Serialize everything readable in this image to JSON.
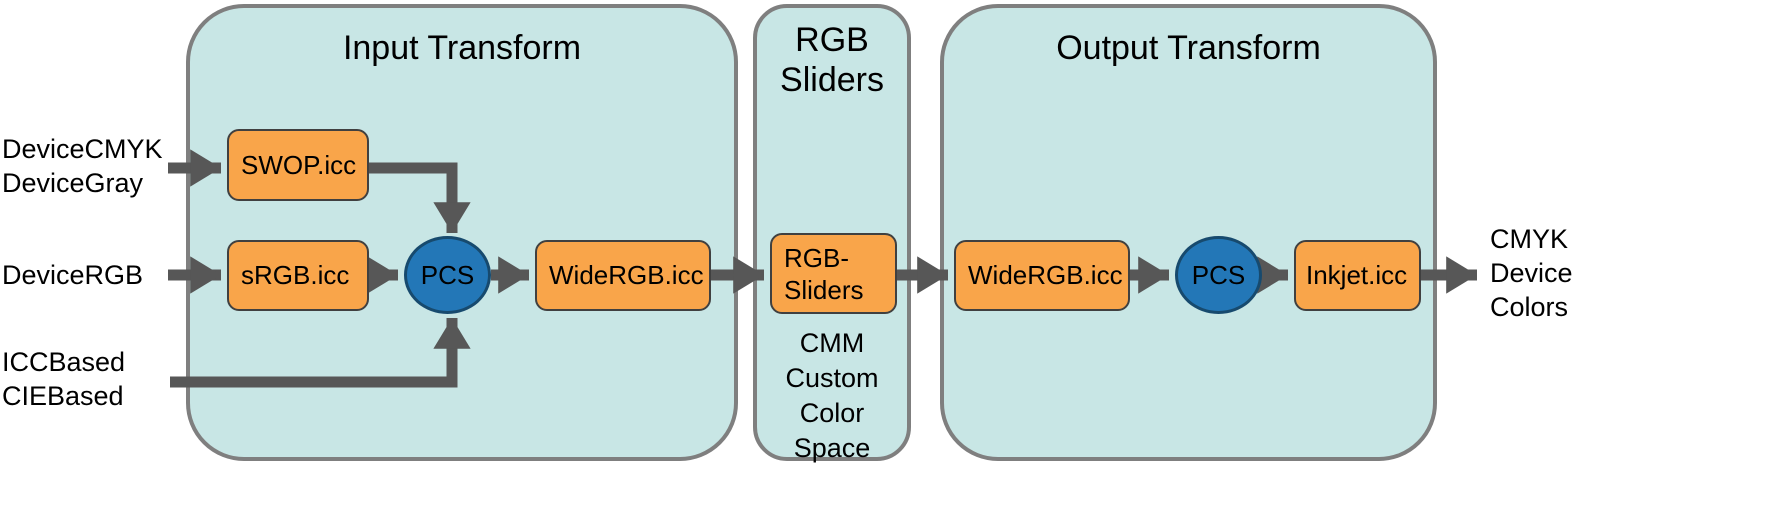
{
  "diagram": {
    "containers": {
      "input": {
        "title": "Input Transform"
      },
      "middle": {
        "title_line1": "RGB",
        "title_line2": "Sliders"
      },
      "output": {
        "title": "Output Transform"
      }
    },
    "inputs": {
      "cmyk_gray": {
        "line1": "DeviceCMYK",
        "line2": "DeviceGray"
      },
      "rgb": {
        "label": "DeviceRGB"
      },
      "icc_cie": {
        "line1": "ICCBased",
        "line2": "CIEBased"
      }
    },
    "nodes": {
      "swop": "SWOP.icc",
      "srgb": "sRGB.icc",
      "pcs_in": "PCS",
      "widergb_in": "WideRGB.icc",
      "rgb_sliders_line1": "RGB-",
      "rgb_sliders_line2": "Sliders",
      "widergb_out": "WideRGB.icc",
      "pcs_out": "PCS",
      "inkjet": "Inkjet.icc"
    },
    "middle_caption": {
      "line1": "CMM",
      "line2": "Custom",
      "line3": "Color",
      "line4": "Space"
    },
    "output_label": {
      "line1": "CMYK",
      "line2": "Device",
      "line3": "Colors"
    },
    "colors": {
      "container_fill": "#c8e6e5",
      "container_border": "#7f7f7f",
      "node_fill": "#f9a54a",
      "node_border": "#404040",
      "pcs_fill": "#2377b7",
      "pcs_border": "#174a6e",
      "arrow": "#575757",
      "text": "#000000"
    }
  }
}
